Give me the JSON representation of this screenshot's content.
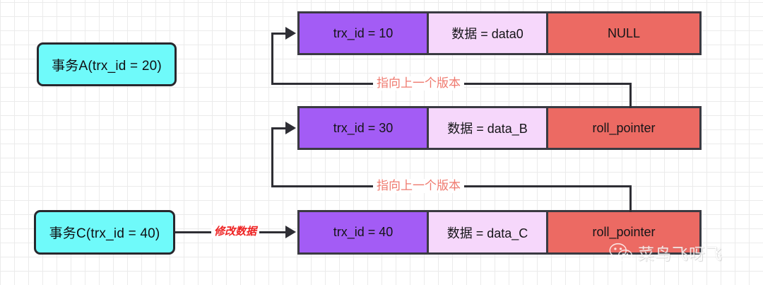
{
  "diagram": {
    "title": "MVCC version chain diagram",
    "colors": {
      "trx_cell": "#a35cf5",
      "data_cell": "#f6d7fb",
      "pointer_cell": "#ec6a63",
      "txn_box": "#6FFAFA",
      "border": "#3a3a42",
      "pointer_label": "#ef7a6f",
      "modify_label": "#ee2222",
      "grid": "#ebebeb"
    }
  },
  "transactions": [
    {
      "id": "a",
      "label": "事务A(trx_id = 20)"
    },
    {
      "id": "c",
      "label": "事务C(trx_id = 40)"
    }
  ],
  "records": [
    {
      "id": "row1",
      "trx": "trx_id = 10",
      "data": "数据 = data0",
      "pointer": "NULL"
    },
    {
      "id": "row2",
      "trx": "trx_id = 30",
      "data": "数据 = data_B",
      "pointer": "roll_pointer"
    },
    {
      "id": "row3",
      "trx": "trx_id = 40",
      "data": "数据 = data_C",
      "pointer": "roll_pointer"
    }
  ],
  "edges": {
    "pointer_label_1": "指向上一个版本",
    "pointer_label_2": "指向上一个版本",
    "modify_label": "修改数据"
  },
  "watermark": {
    "text": "菜鸟飞呀飞",
    "icon": "wechat-icon"
  }
}
